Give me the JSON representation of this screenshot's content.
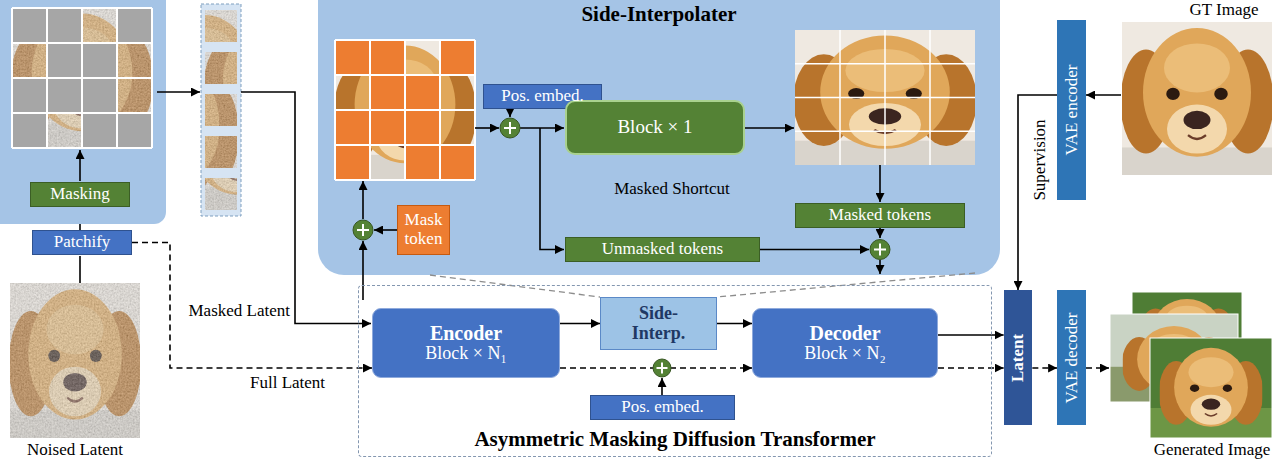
{
  "diagram": {
    "nodes": [
      {
        "text": [
          "Masking"
        ]
      },
      {
        "text": [
          "Patchify"
        ]
      },
      {
        "text": [
          "Side-Interpolater"
        ]
      },
      {
        "text": [
          "Pos. embed."
        ],
        "in": 2
      },
      {
        "text": [
          "Block × 1"
        ],
        "in": 2
      },
      {
        "text": [
          "Mask token"
        ],
        "in": 2
      },
      {
        "text": [
          "Masked tokens"
        ],
        "in": 2
      },
      {
        "text": [
          "Unmasked tokens"
        ],
        "in": 2
      },
      {
        "text": [
          "Asymmetric Masking Diffusion Transformer"
        ]
      },
      {
        "text": [
          "Encoder",
          "Block × N₁"
        ],
        "in": 8
      },
      {
        "text": [
          "Side-Interp."
        ],
        "in": 8
      },
      {
        "text": [
          "Decoder",
          "Block × N₂"
        ],
        "in": 8
      },
      {
        "text": [
          "Pos. embed."
        ],
        "in": 8
      },
      {
        "text": [
          "Latent"
        ]
      },
      {
        "text": [
          "VAE encoder"
        ]
      },
      {
        "text": [
          "VAE decoder"
        ]
      }
    ],
    "edges": [
      {
        "from": 1,
        "to": 0,
        "arrow": "to"
      },
      {
        "from": 1,
        "to": 9,
        "arrow": "to"
      },
      {
        "from": 9,
        "to": 10,
        "arrow": "to"
      },
      {
        "from": 10,
        "to": 11,
        "arrow": "to"
      },
      {
        "from": 9,
        "to": 11,
        "arrow": "to"
      },
      {
        "from": 11,
        "to": 13,
        "arrow": "to"
      },
      {
        "from": 11,
        "to": 13,
        "arrow": "to"
      },
      {
        "from": 13,
        "to": 15,
        "arrow": "to"
      },
      {
        "from": 14,
        "to": 13,
        "arrow": "to"
      }
    ],
    "labels": [
      "Masked Shortcut",
      "Masked Latent",
      "Full Latent",
      "Noised Latent",
      "GT Image",
      "Supervision",
      "Generated Image"
    ]
  }
}
